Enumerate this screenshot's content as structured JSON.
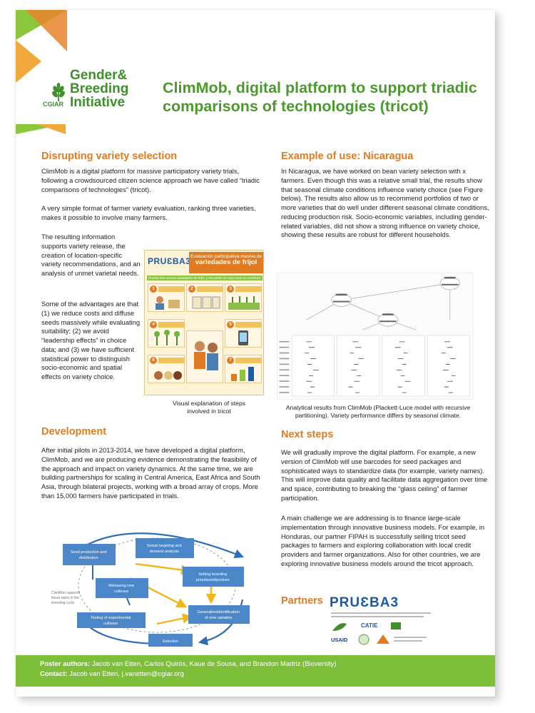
{
  "header": {
    "logo_lines": [
      "Gender&",
      "Breeding",
      "Initiative"
    ],
    "logo_org": "CGIAR",
    "title": "ClimMob, digital platform to support triadic comparisons of technologies (tricot)"
  },
  "disrupting": {
    "heading": "Disrupting variety selection",
    "p1": "ClimMob is a digital platform for massive participatory variety trials, following a crowdsourced citizen science approach we have called “triadic comparisons of technologies” (tricot).",
    "p2": "A very simple format of farmer variety evaluation, ranking three varieties, makes it possible to involve many farmers.",
    "p3": "The resulting information supports variety release, the creation of location-specific variety recommendations, and an analysis of unmet varietal needs.",
    "p4": "Some of the advantages are that (1) we reduce costs and diffuse seeds massively while evaluating suitability; (2) we avoid “leadership effects” in choice data; and (3) we have sufficient statistical power to distinguish socio-economic and spatial effects on variety choice.",
    "infographic": {
      "logo": "PRUƐBA3",
      "banner_small": "Evaluación participativa masiva de",
      "banner_big": "variedades de frijol",
      "sub": "Prueba tres nuevas variedades de frijol, y encuentre la mejor para su condición",
      "numbers": [
        "1",
        "2",
        "3",
        "4",
        "5",
        "6",
        "7"
      ]
    },
    "caption": "Visual explanation of steps involved in tricot"
  },
  "development": {
    "heading": "Development",
    "p1": "After initial pilots in 2013-2014, we have developed a digital platform, ClimMob, and we are producing evidence demonstrating the feasibility of the approach and impact on variety dynamics. At the same time, we are building partnerships for scaling in Central America, East Africa and South Asia, through bilateral projects, working with a broad array of crops. More than 15,000 farmers have participated in trials.",
    "cycle": {
      "boxes": [
        "Seed production and distribution",
        "Social targeting and demand analysis",
        "Releasing new cultivars",
        "Setting breeding priorities/objectives",
        "Testing of experimental cultivars",
        "Generation/identification of new variation",
        "Selection"
      ],
      "note": "ClimMob supports these tasks in the breeding cycle"
    }
  },
  "example": {
    "heading": "Example of use: Nicaragua",
    "p1": "In Nicaragua, we have worked on bean variety selection with x farmers. Even though this was a relative small trial, the results show that seasonal climate conditions influence variety choice (see Figure below). The results also allow us to recommend portfolios of two or more varieties that do well under different seasonal climate conditions, reducing production risk. Socio-economic variables, including gender-related variables, did not show a strong influence on variety choice, showing these results are robust for different households.",
    "caption": "Analytical results from ClimMob (Plackett-Luce model with recursive partitioning). Variety performance differs by seasonal climate."
  },
  "next": {
    "heading": "Next steps",
    "p1": "We will gradually improve the digital platform. For example, a new version of ClimMob will use barcodes for seed packages and sophisticated ways to standardize data (for example, variety names). This will improve data quality and facilitate data aggregation over time and space, contributing to breaking the “glass ceiling” of farmer participation.",
    "p2": "A main challenge we are addressing is to finance large-scale implementation through innovative business models. For example, in Honduras, our partner FIPAH is successfully selling tricot seed packages to farmers and exploring collaboration with local credit providers and farmer organizations. Also for other countries, we are exploring innovative business models around the tricot approach."
  },
  "partners": {
    "heading": "Partners",
    "logo": "PRUƐBA3",
    "logo_small": [
      "CATIE",
      "USAID"
    ]
  },
  "footer": {
    "authors_label": "Poster authors:",
    "authors": "Jacob van Etten, Carlos Quirós, Kaue de Sousa, and Brandon Madriz (Bioversity)",
    "contact_label": "Contact:",
    "contact": "Jacob van Etten, j.vanetten@cgiar.org"
  },
  "colors": {
    "accent_green": "#4a9a2c",
    "accent_orange": "#e07b22",
    "footer_green": "#7ebf3a"
  }
}
